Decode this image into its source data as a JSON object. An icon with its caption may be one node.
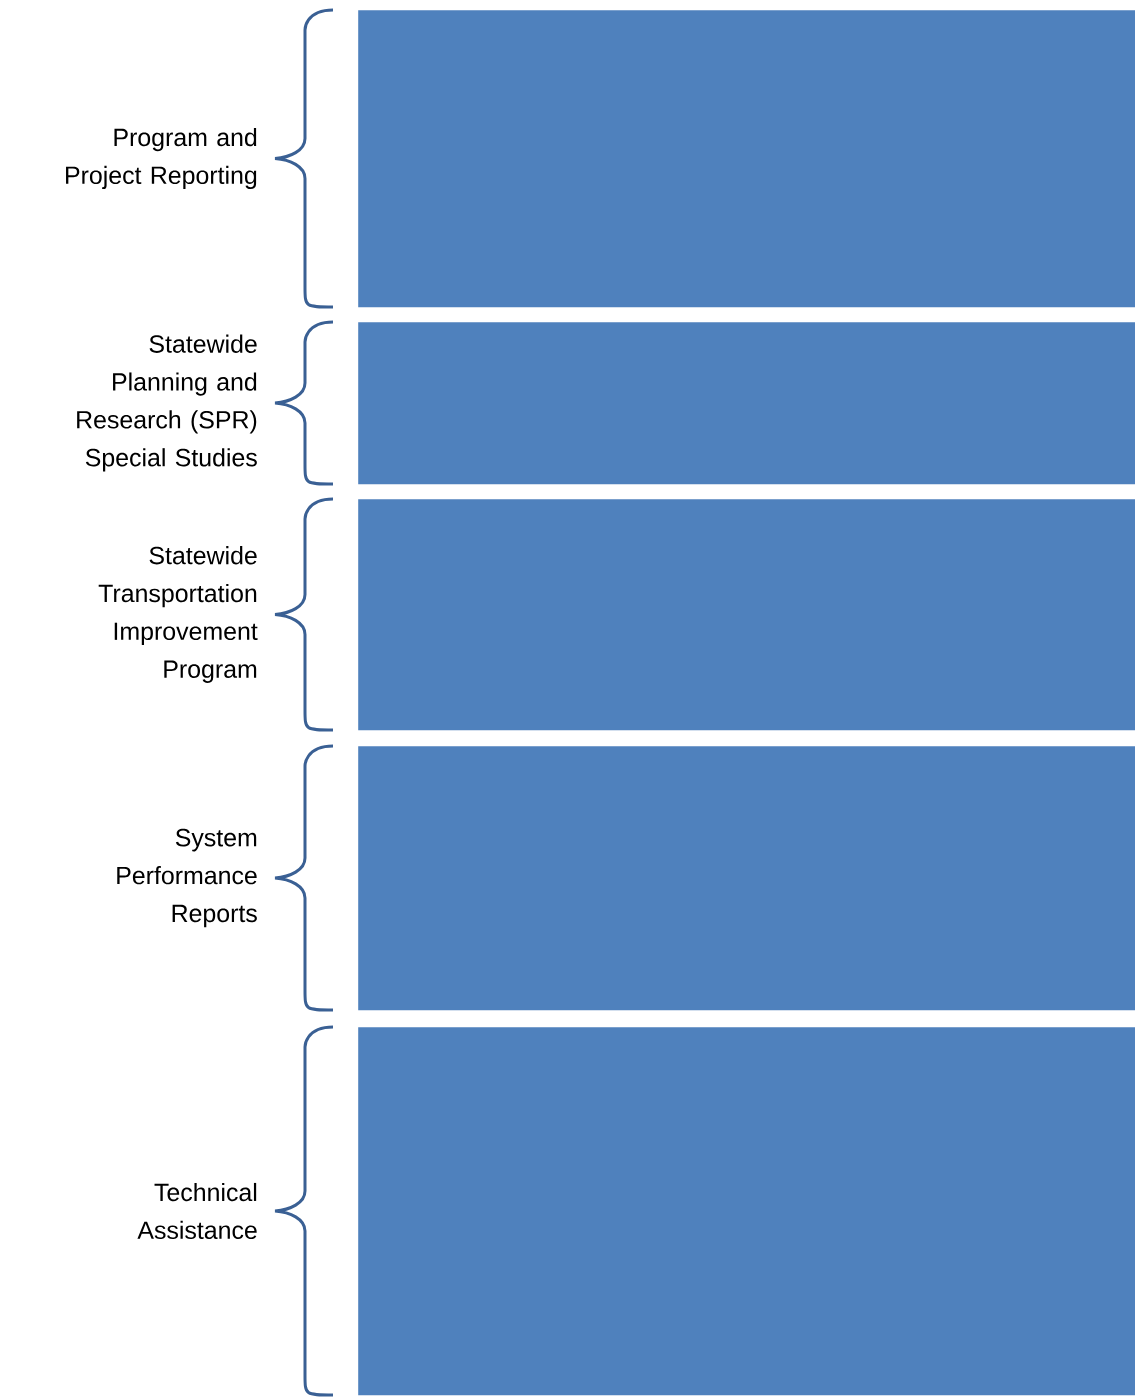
{
  "diagram": {
    "nodes": [
      {
        "text": [],
        "shape": "box",
        "beside": [
          "Program and Project Reporting"
        ]
      },
      {
        "text": [],
        "shape": "box",
        "beside": [
          "Statewide Planning and Research (SPR) Special Studies"
        ]
      },
      {
        "text": [],
        "shape": "box",
        "beside": [
          "Statewide Transportation Improvement Program"
        ]
      },
      {
        "text": [],
        "shape": "box",
        "beside": [
          "System Performance Reports"
        ]
      },
      {
        "text": [],
        "shape": "box",
        "beside": [
          "Technical Assistance"
        ]
      }
    ]
  }
}
